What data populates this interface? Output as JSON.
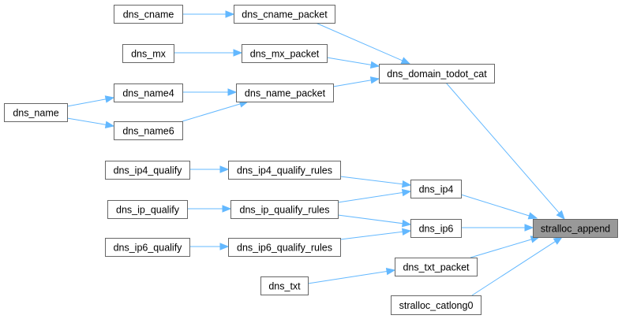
{
  "graph": {
    "nodes": [
      {
        "id": "dns_cname",
        "label": "dns_cname"
      },
      {
        "id": "dns_cname_packet",
        "label": "dns_cname_packet"
      },
      {
        "id": "dns_mx",
        "label": "dns_mx"
      },
      {
        "id": "dns_mx_packet",
        "label": "dns_mx_packet"
      },
      {
        "id": "dns_domain_todot_cat",
        "label": "dns_domain_todot_cat"
      },
      {
        "id": "dns_name4",
        "label": "dns_name4"
      },
      {
        "id": "dns_name_packet",
        "label": "dns_name_packet"
      },
      {
        "id": "dns_name",
        "label": "dns_name"
      },
      {
        "id": "dns_name6",
        "label": "dns_name6"
      },
      {
        "id": "dns_ip4_qualify",
        "label": "dns_ip4_qualify"
      },
      {
        "id": "dns_ip4_qualify_rules",
        "label": "dns_ip4_qualify_rules"
      },
      {
        "id": "dns_ip4",
        "label": "dns_ip4"
      },
      {
        "id": "dns_ip_qualify",
        "label": "dns_ip_qualify"
      },
      {
        "id": "dns_ip_qualify_rules",
        "label": "dns_ip_qualify_rules"
      },
      {
        "id": "stralloc_append",
        "label": "stralloc_append"
      },
      {
        "id": "dns_ip6",
        "label": "dns_ip6"
      },
      {
        "id": "dns_ip6_qualify",
        "label": "dns_ip6_qualify"
      },
      {
        "id": "dns_ip6_qualify_rules",
        "label": "dns_ip6_qualify_rules"
      },
      {
        "id": "dns_txt_packet",
        "label": "dns_txt_packet"
      },
      {
        "id": "dns_txt",
        "label": "dns_txt"
      },
      {
        "id": "stralloc_catlong0",
        "label": "stralloc_catlong0"
      }
    ],
    "edges": [
      {
        "from": "dns_cname",
        "to": "dns_cname_packet"
      },
      {
        "from": "dns_cname_packet",
        "to": "dns_domain_todot_cat"
      },
      {
        "from": "dns_mx",
        "to": "dns_mx_packet"
      },
      {
        "from": "dns_mx_packet",
        "to": "dns_domain_todot_cat"
      },
      {
        "from": "dns_name_packet",
        "to": "dns_domain_todot_cat"
      },
      {
        "from": "dns_name",
        "to": "dns_name4"
      },
      {
        "from": "dns_name",
        "to": "dns_name6"
      },
      {
        "from": "dns_name4",
        "to": "dns_name_packet"
      },
      {
        "from": "dns_name6",
        "to": "dns_name_packet"
      },
      {
        "from": "dns_domain_todot_cat",
        "to": "stralloc_append"
      },
      {
        "from": "dns_ip4_qualify",
        "to": "dns_ip4_qualify_rules"
      },
      {
        "from": "dns_ip4_qualify_rules",
        "to": "dns_ip4"
      },
      {
        "from": "dns_ip_qualify",
        "to": "dns_ip_qualify_rules"
      },
      {
        "from": "dns_ip_qualify_rules",
        "to": "dns_ip4"
      },
      {
        "from": "dns_ip_qualify_rules",
        "to": "dns_ip6"
      },
      {
        "from": "dns_ip6_qualify",
        "to": "dns_ip6_qualify_rules"
      },
      {
        "from": "dns_ip6_qualify_rules",
        "to": "dns_ip6"
      },
      {
        "from": "dns_ip4",
        "to": "stralloc_append"
      },
      {
        "from": "dns_ip6",
        "to": "stralloc_append"
      },
      {
        "from": "dns_txt",
        "to": "dns_txt_packet"
      },
      {
        "from": "dns_txt_packet",
        "to": "stralloc_append"
      },
      {
        "from": "stralloc_catlong0",
        "to": "stralloc_append"
      }
    ],
    "highlighted_node": "stralloc_append",
    "colors": {
      "edge": "#63b8ff",
      "node_border": "#666666",
      "node_fill": "#ffffff",
      "highlight_fill": "#999999"
    }
  }
}
